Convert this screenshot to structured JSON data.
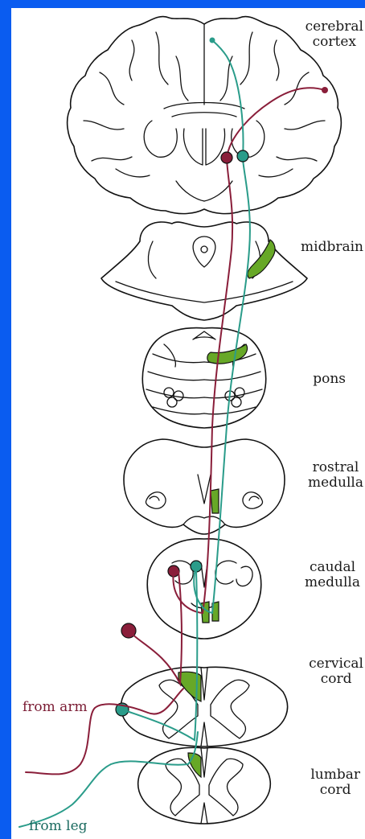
{
  "labels": {
    "cerebral_cortex": "cerebral\ncortex",
    "midbrain": "midbrain",
    "pons": "pons",
    "rostral_medulla": "rostral\nmedulla",
    "caudal_medulla": "caudal\nmedulla",
    "cervical_cord": "cervical\ncord",
    "lumbar_cord": "lumbar\ncord",
    "from_arm": "from arm",
    "from_leg": "from leg"
  },
  "colors": {
    "background_border": "#0a5cf0",
    "arm_pathway": "#8a1e3a",
    "leg_pathway": "#2a9c8a",
    "tract_fill": "#67a827",
    "outline": "#111111"
  }
}
